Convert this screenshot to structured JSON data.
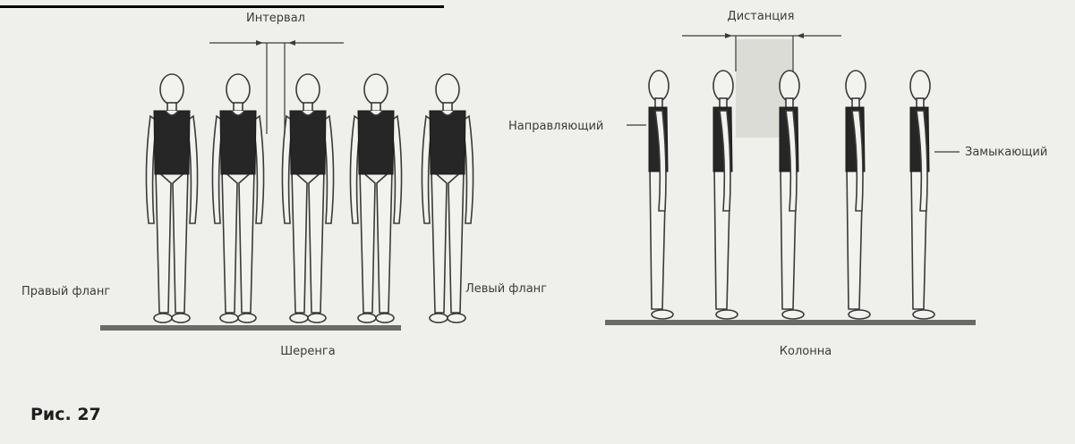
{
  "labels": {
    "interval": "Интервал",
    "distance": "Дистанция",
    "right_flank": "Правый фланг",
    "left_flank": "Левый фланг",
    "guide": "Направляющий",
    "closing": "Замыкающий",
    "line": "Шеренга",
    "column": "Колонна"
  },
  "figure_caption": "Рис. 27",
  "formations": [
    {
      "name": "line",
      "people": 5,
      "view": "front"
    },
    {
      "name": "column",
      "people": 5,
      "view": "side"
    }
  ],
  "colors": {
    "background": "#efefeb",
    "ink": "#3a3a3a",
    "vest": "#262626",
    "ground": "#6a6a66",
    "distance_band": "#dcdcd6"
  }
}
